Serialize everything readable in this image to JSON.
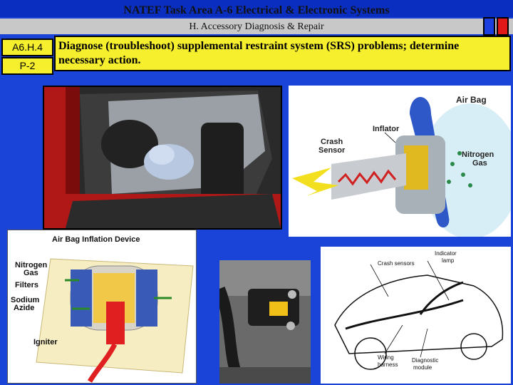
{
  "header": {
    "title": "NATEF Task Area A-6 Electrical & Electronic Systems",
    "subtitle": "H.  Accessory Diagnosis & Repair"
  },
  "task": {
    "code": "A6.H.4",
    "priority": "P-2",
    "description": "Diagnose (troubleshoot) supplemental restraint system (SRS) problems; determine necessary action."
  },
  "airbag_diagram": {
    "air_bag": "Air Bag",
    "inflator": "Inflator",
    "crash": "Crash",
    "sensor": "Sensor",
    "nitrogen": "Nitrogen",
    "gas": "Gas"
  },
  "inflation_device": {
    "title": "Air Bag Inflation Device",
    "nitrogen": "Nitrogen",
    "gas": "Gas",
    "filters": "Filters",
    "sodium": "Sodium",
    "azide": "Azide",
    "igniter": "Igniter"
  },
  "car_diagram": {
    "crash_sensors": "Crash sensors",
    "indicator": "Indicator",
    "lamp": "lamp",
    "wiring": "Wiring",
    "harness": "harness",
    "diagnostic": "Diagnostic",
    "module": "module"
  },
  "colors": {
    "background": "#1a44d8",
    "title_bar": "#0a2fc0",
    "subtitle_bar": "#c8c8c8",
    "highlight": "#f5ef2e"
  }
}
